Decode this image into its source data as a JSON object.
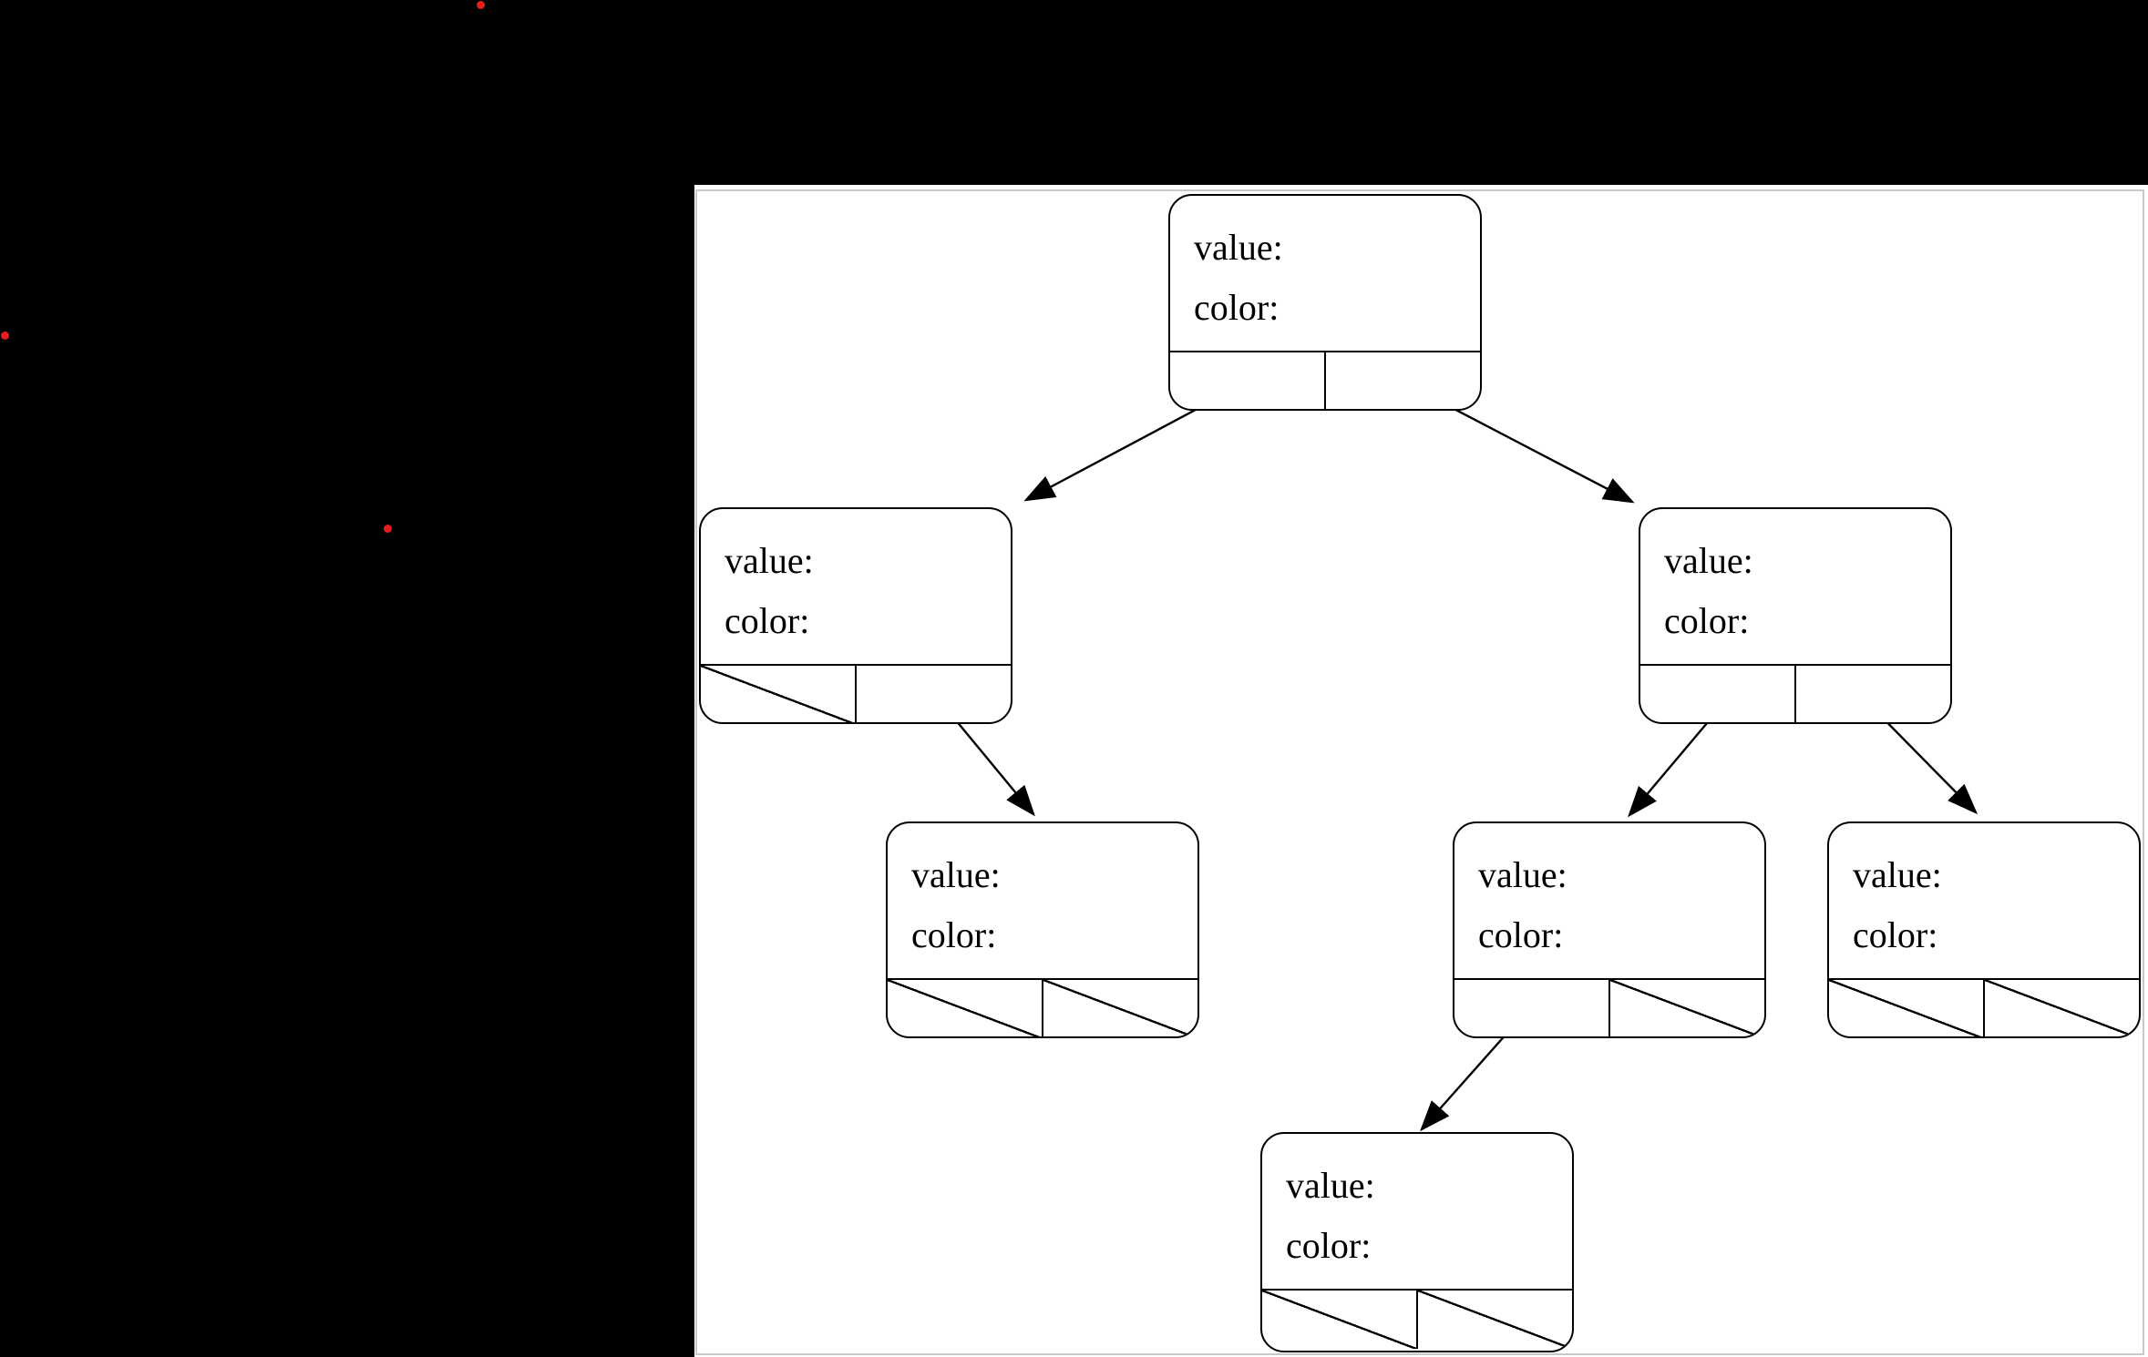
{
  "screen": {
    "background_color": "#000000"
  },
  "decorations": {
    "dot_color": "#e81c1c",
    "dots": [
      {
        "name": "red-dot-top"
      },
      {
        "name": "red-dot-left"
      },
      {
        "name": "red-dot-middle"
      }
    ]
  },
  "window": {
    "background_color": "#ffffff",
    "border_color": "#c8c8c8"
  },
  "diagram": {
    "type": "binary-tree-node-diagram",
    "line_color": "#000000",
    "nodes": [
      {
        "id": "root",
        "value_label": "value:",
        "color_label": "color:",
        "left_pointer": {
          "type": "edge",
          "target": "left-child"
        },
        "right_pointer": {
          "type": "edge",
          "target": "right-child"
        }
      },
      {
        "id": "left-child",
        "value_label": "value:",
        "color_label": "color:",
        "left_pointer": {
          "type": "null"
        },
        "right_pointer": {
          "type": "edge",
          "target": "left-right-grandchild"
        }
      },
      {
        "id": "right-child",
        "value_label": "value:",
        "color_label": "color:",
        "left_pointer": {
          "type": "edge",
          "target": "right-left-grandchild"
        },
        "right_pointer": {
          "type": "edge",
          "target": "right-right-grandchild"
        }
      },
      {
        "id": "left-right-grandchild",
        "value_label": "value:",
        "color_label": "color:",
        "left_pointer": {
          "type": "null"
        },
        "right_pointer": {
          "type": "null"
        }
      },
      {
        "id": "right-left-grandchild",
        "value_label": "value:",
        "color_label": "color:",
        "left_pointer": {
          "type": "edge",
          "target": "great-grandchild"
        },
        "right_pointer": {
          "type": "null"
        }
      },
      {
        "id": "right-right-grandchild",
        "value_label": "value:",
        "color_label": "color:",
        "left_pointer": {
          "type": "null"
        },
        "right_pointer": {
          "type": "null"
        }
      },
      {
        "id": "great-grandchild",
        "value_label": "value:",
        "color_label": "color:",
        "left_pointer": {
          "type": "null"
        },
        "right_pointer": {
          "type": "null"
        }
      }
    ],
    "edges": [
      {
        "from": "root.left",
        "to": "left-child"
      },
      {
        "from": "root.right",
        "to": "right-child"
      },
      {
        "from": "left-child.right",
        "to": "left-right-grandchild"
      },
      {
        "from": "right-child.left",
        "to": "right-left-grandchild"
      },
      {
        "from": "right-child.right",
        "to": "right-right-grandchild"
      },
      {
        "from": "right-left-grandchild.left",
        "to": "great-grandchild"
      }
    ]
  }
}
